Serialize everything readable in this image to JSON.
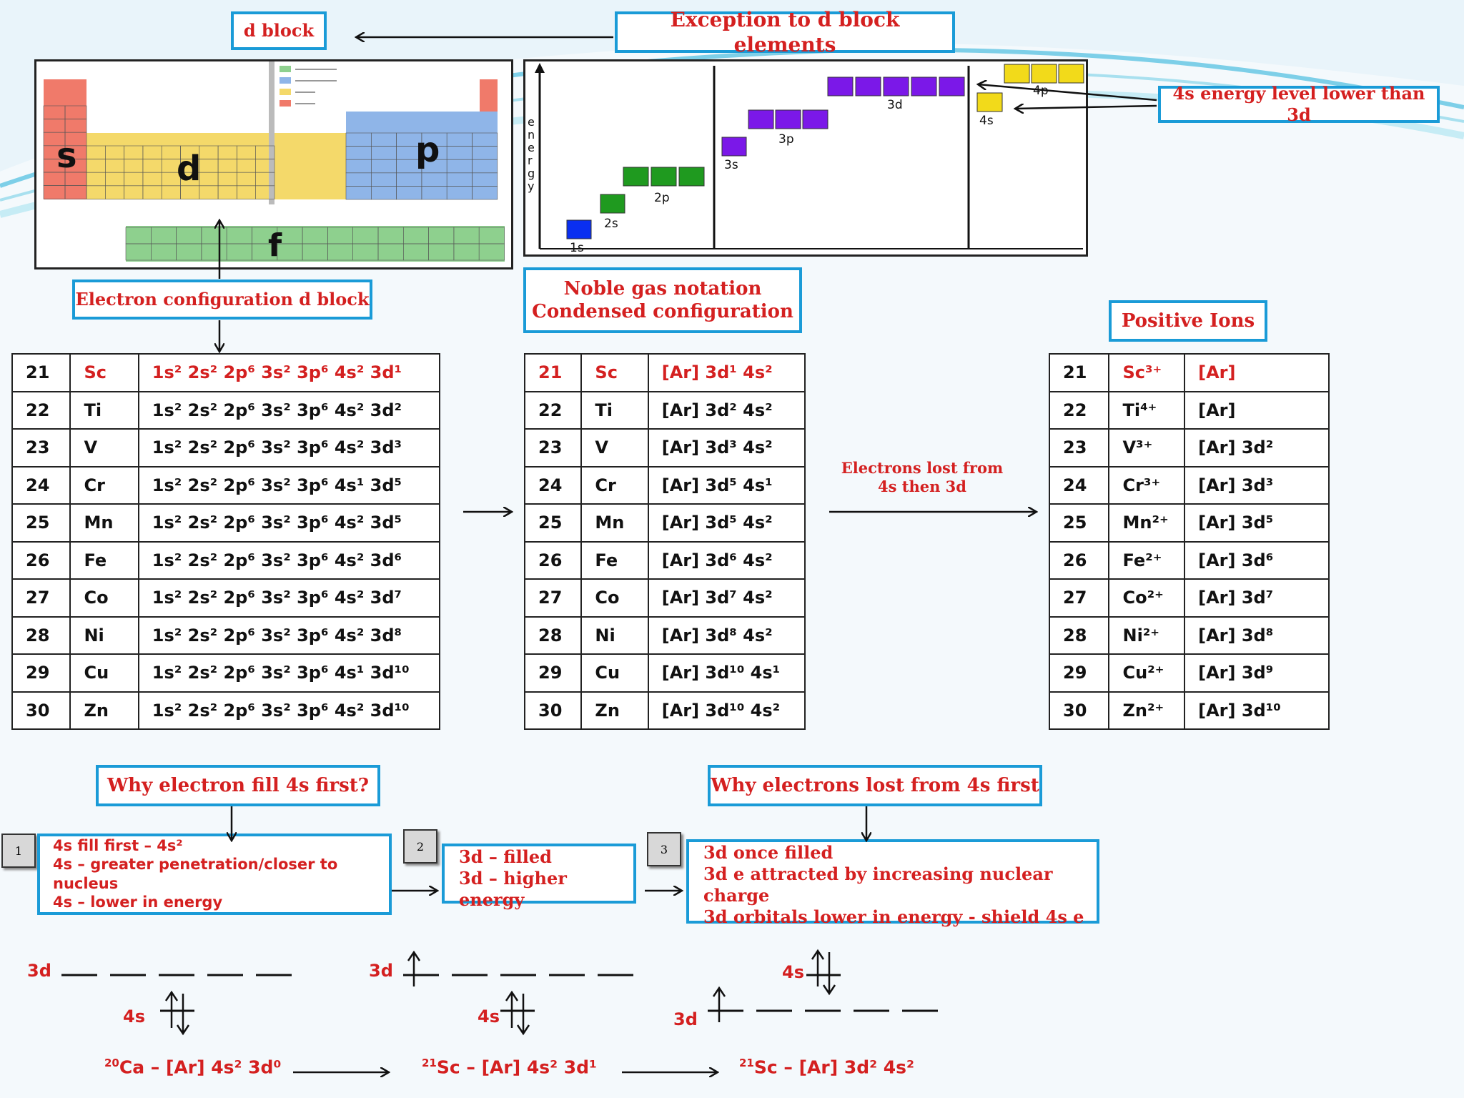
{
  "headers": {
    "d_block": "d block",
    "exception": "Exception to d block elements",
    "energy_level": "4s energy level lower than 3d",
    "electron_config": "Electron configuration d block",
    "noble_line1": "Noble gas notation",
    "noble_line2": "Condensed configuration",
    "positive_ions": "Positive Ions",
    "why_4s_first": "Why electron fill 4s first?",
    "why_lost_4s": "Why electrons lost from 4s first"
  },
  "periodic_table": {
    "block_letters": {
      "s": "s",
      "d": "d",
      "p": "p",
      "f": "f"
    }
  },
  "energy_diagram": {
    "axis_label": "energy",
    "levels": {
      "s1": "1s",
      "s2": "2s",
      "p2": "2p",
      "s3": "3s",
      "p3": "3p",
      "d3": "3d",
      "s4": "4s",
      "p4": "4p"
    }
  },
  "full_config": [
    {
      "z": "21",
      "el": "Sc",
      "cfg": "1s² 2s² 2p⁶ 3s² 3p⁶ 4s² 3d¹"
    },
    {
      "z": "22",
      "el": "Ti",
      "cfg": "1s² 2s² 2p⁶ 3s² 3p⁶ 4s² 3d²"
    },
    {
      "z": "23",
      "el": "V",
      "cfg": "1s² 2s² 2p⁶ 3s² 3p⁶ 4s² 3d³"
    },
    {
      "z": "24",
      "el": "Cr",
      "cfg": "1s² 2s² 2p⁶ 3s² 3p⁶ 4s¹ 3d⁵"
    },
    {
      "z": "25",
      "el": "Mn",
      "cfg": "1s² 2s² 2p⁶ 3s² 3p⁶ 4s² 3d⁵"
    },
    {
      "z": "26",
      "el": "Fe",
      "cfg": "1s² 2s² 2p⁶ 3s² 3p⁶ 4s² 3d⁶"
    },
    {
      "z": "27",
      "el": "Co",
      "cfg": "1s² 2s² 2p⁶ 3s² 3p⁶ 4s² 3d⁷"
    },
    {
      "z": "28",
      "el": "Ni",
      "cfg": "1s² 2s² 2p⁶ 3s² 3p⁶ 4s² 3d⁸"
    },
    {
      "z": "29",
      "el": "Cu",
      "cfg": "1s² 2s² 2p⁶ 3s² 3p⁶ 4s¹ 3d¹⁰"
    },
    {
      "z": "30",
      "el": "Zn",
      "cfg": "1s² 2s² 2p⁶ 3s² 3p⁶ 4s² 3d¹⁰"
    }
  ],
  "noble_config": [
    {
      "z": "21",
      "el": "Sc",
      "cfg": "[Ar] 3d¹ 4s²"
    },
    {
      "z": "22",
      "el": "Ti",
      "cfg": "[Ar] 3d² 4s²"
    },
    {
      "z": "23",
      "el": "V",
      "cfg": "[Ar] 3d³ 4s²"
    },
    {
      "z": "24",
      "el": "Cr",
      "cfg": "[Ar] 3d⁵ 4s¹"
    },
    {
      "z": "25",
      "el": "Mn",
      "cfg": "[Ar] 3d⁵ 4s²"
    },
    {
      "z": "26",
      "el": "Fe",
      "cfg": "[Ar] 3d⁶ 4s²"
    },
    {
      "z": "27",
      "el": "Co",
      "cfg": "[Ar] 3d⁷ 4s²"
    },
    {
      "z": "28",
      "el": "Ni",
      "cfg": "[Ar] 3d⁸ 4s²"
    },
    {
      "z": "29",
      "el": "Cu",
      "cfg": "[Ar] 3d¹⁰ 4s¹"
    },
    {
      "z": "30",
      "el": "Zn",
      "cfg": "[Ar] 3d¹⁰ 4s²"
    }
  ],
  "ions": [
    {
      "z": "21",
      "el": "Sc³⁺",
      "cfg": "[Ar]"
    },
    {
      "z": "22",
      "el": "Ti⁴⁺",
      "cfg": "[Ar]"
    },
    {
      "z": "23",
      "el": "V³⁺",
      "cfg": "[Ar] 3d²"
    },
    {
      "z": "24",
      "el": "Cr³⁺",
      "cfg": "[Ar] 3d³"
    },
    {
      "z": "25",
      "el": "Mn²⁺",
      "cfg": "[Ar] 3d⁵"
    },
    {
      "z": "26",
      "el": "Fe²⁺",
      "cfg": "[Ar] 3d⁶"
    },
    {
      "z": "27",
      "el": "Co²⁺",
      "cfg": "[Ar] 3d⁷"
    },
    {
      "z": "28",
      "el": "Ni²⁺",
      "cfg": "[Ar] 3d⁸"
    },
    {
      "z": "29",
      "el": "Cu²⁺",
      "cfg": "[Ar] 3d⁹"
    },
    {
      "z": "30",
      "el": "Zn²⁺",
      "cfg": "[Ar] 3d¹⁰"
    }
  ],
  "electrons_lost": {
    "line1": "Electrons lost from",
    "line2": "4s  then 3d"
  },
  "steps": {
    "n1": "1",
    "n2": "2",
    "n3": "3",
    "box1": [
      "4s fill  first – 4s²",
      "4s – greater penetration/closer to nucleus",
      "4s – lower in energy"
    ],
    "box2": [
      "3d – filled",
      "3d – higher energy"
    ],
    "box3": [
      "3d once filled",
      "3d e attracted by increasing nuclear charge",
      "3d orbitals lower in energy - shield 4s e"
    ]
  },
  "orbital_diagrams": {
    "d1": {
      "label_3d": "3d",
      "label_4s": "4s",
      "caption_prefix": "20",
      "caption": "Ca – [Ar] 4s² 3d⁰"
    },
    "d2": {
      "label_3d": "3d",
      "label_4s": "4s",
      "caption_prefix": "21",
      "caption": "Sc – [Ar] 4s² 3d¹"
    },
    "d3": {
      "label_3d": "3d",
      "label_4s": "4s",
      "caption_prefix": "21",
      "caption": "Sc – [Ar] 3d² 4s²"
    }
  },
  "colors": {
    "accent_blue": "#1a9bd7",
    "text_red": "#d42020"
  }
}
